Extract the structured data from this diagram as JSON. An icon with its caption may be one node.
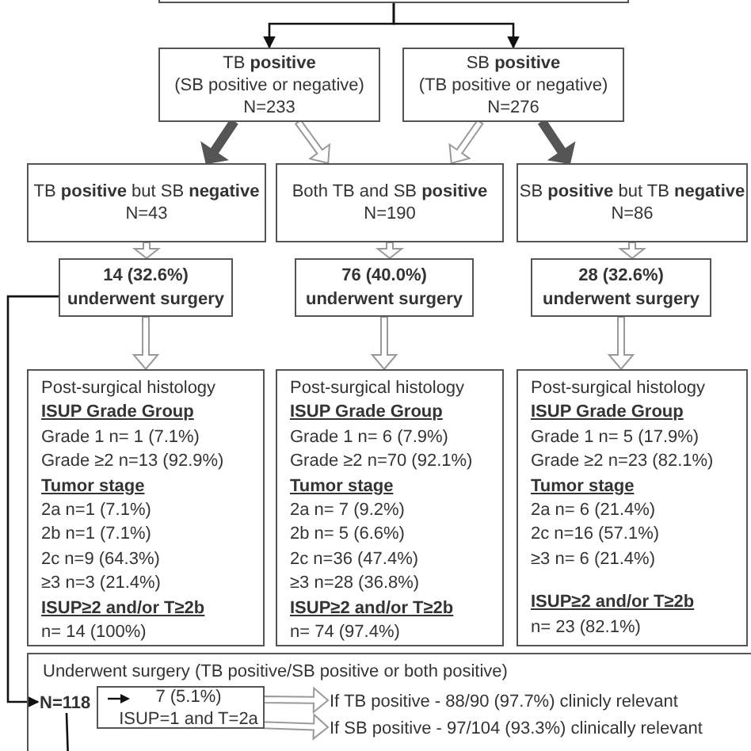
{
  "diagram": {
    "nodes": [
      {
        "text": [],
        "shape": "box"
      },
      {
        "text": [
          "TB **positive**",
          "(SB positive or negative)",
          "N=233"
        ]
      },
      {
        "text": [
          "SB **positive**",
          "(TB positive or negative)",
          "N=276"
        ]
      },
      {
        "text": [
          "TB **positive** but SB **negative**",
          "N=43"
        ]
      },
      {
        "text": [
          "Both TB and SB **positive**",
          "N=190"
        ]
      },
      {
        "text": [
          "SB **positive** but TB **negative**",
          "N=86"
        ]
      },
      {
        "text": [
          "14 (32.6%)",
          "underwent surgery"
        ]
      },
      {
        "text": [
          "76 (40.0%)",
          "underwent surgery"
        ]
      },
      {
        "text": [
          "28 (32.6%)",
          "underwent surgery"
        ]
      },
      {
        "text": [
          "Post-surgical histology",
          "ISUP Grade Group",
          "Grade 1 n= 1 (7.1%)",
          "Grade ≥2 n=13 (92.9%)",
          "Tumor stage",
          "2a n=1 (7.1%)",
          "2b n=1 (7.1%)",
          "2c n=9 (64.3%)",
          "≥3 n=3 (21.4%)",
          "ISUP≥2 and/or T≥2b",
          "n= 14 (100%)"
        ]
      },
      {
        "text": [
          "Post-surgical histology",
          "ISUP Grade Group",
          "Grade 1 n= 6 (7.9%)",
          "Grade ≥2 n=70 (92.1%)",
          "Tumor stage",
          "2a n= 7 (9.2%)",
          "2b n= 5 (6.6%)",
          "2c n=36 (47.4%)",
          "≥3 n=28 (36.8%)",
          "ISUP≥2 and/or T≥2b",
          "n= 74 (97.4%)"
        ]
      },
      {
        "text": [
          "Post-surgical histology",
          "ISUP Grade Group",
          "Grade 1 n= 5 (17.9%)",
          "Grade ≥2 n=23 (82.1%)",
          "Tumor stage",
          "2a n= 6 (21.4%)",
          "2c n=16 (57.1%)",
          "≥3 n= 6 (21.4%)",
          "ISUP≥2 and/or T≥2b",
          "n= 23 (82.1%)"
        ]
      },
      {
        "text": [
          "Underwent surgery (TB positive/SB positive or both positive)"
        ]
      },
      {
        "text": [
          "N=118"
        ],
        "in": 12
      },
      {
        "text": [
          "7 (5.1%)",
          "ISUP=1 and T=2a"
        ],
        "in": 12
      },
      {
        "text": [
          "If TB positive - 88/90 (97.7%) clinicly relevant"
        ],
        "in": 12
      },
      {
        "text": [
          "If SB positive - 97/104 (93.3%) clinically relevant"
        ],
        "in": 12
      }
    ],
    "edges": [
      {
        "from": 0,
        "to": 1,
        "arrow": "to",
        "color": "#111111"
      },
      {
        "from": 0,
        "to": 2,
        "arrow": "to",
        "color": "#111111"
      },
      {
        "from": 1,
        "to": 3,
        "arrow": "to",
        "style": "thick"
      },
      {
        "from": 1,
        "to": 4,
        "arrow": "to"
      },
      {
        "from": 2,
        "to": 4,
        "arrow": "to"
      },
      {
        "from": 2,
        "to": 5,
        "arrow": "to",
        "style": "thick"
      },
      {
        "from": 3,
        "to": 6,
        "arrow": "to"
      },
      {
        "from": 4,
        "to": 7,
        "arrow": "to"
      },
      {
        "from": 5,
        "to": 8,
        "arrow": "to"
      },
      {
        "from": 6,
        "to": 9,
        "arrow": "to"
      },
      {
        "from": 7,
        "to": 10,
        "arrow": "to"
      },
      {
        "from": 8,
        "to": 11,
        "arrow": "to"
      },
      {
        "from": 6,
        "to": 13,
        "arrow": "to",
        "color": "#111111"
      },
      {
        "from": 14,
        "to": 15,
        "arrow": "to"
      },
      {
        "from": 14,
        "to": 16,
        "arrow": "to"
      },
      {
        "from": 13,
        "to": null,
        "arrow": "none",
        "color": "#111111"
      }
    ]
  }
}
